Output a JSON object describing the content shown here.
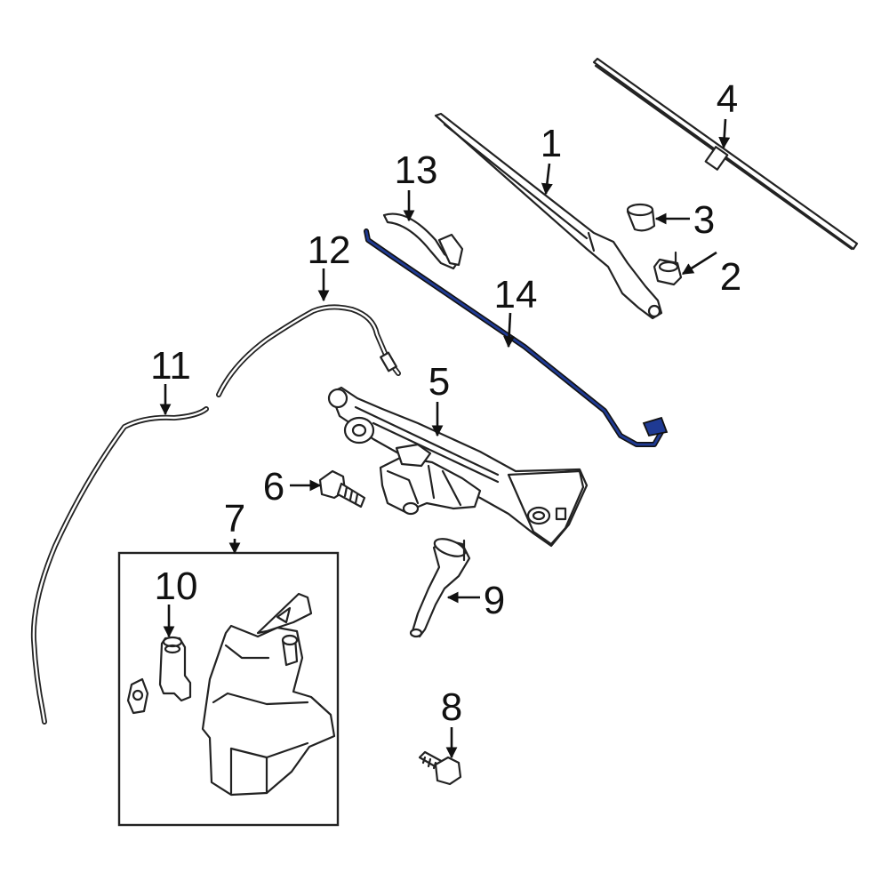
{
  "diagram": {
    "highlight_color": "#1f3a93",
    "line_color": "#222222",
    "background": "#ffffff",
    "callouts": [
      {
        "id": "1",
        "label": "1"
      },
      {
        "id": "2",
        "label": "2"
      },
      {
        "id": "3",
        "label": "3"
      },
      {
        "id": "4",
        "label": "4"
      },
      {
        "id": "5",
        "label": "5"
      },
      {
        "id": "6",
        "label": "6"
      },
      {
        "id": "7",
        "label": "7"
      },
      {
        "id": "8",
        "label": "8"
      },
      {
        "id": "9",
        "label": "9"
      },
      {
        "id": "10",
        "label": "10"
      },
      {
        "id": "11",
        "label": "11"
      },
      {
        "id": "12",
        "label": "12"
      },
      {
        "id": "13",
        "label": "13"
      },
      {
        "id": "14",
        "label": "14"
      }
    ]
  }
}
